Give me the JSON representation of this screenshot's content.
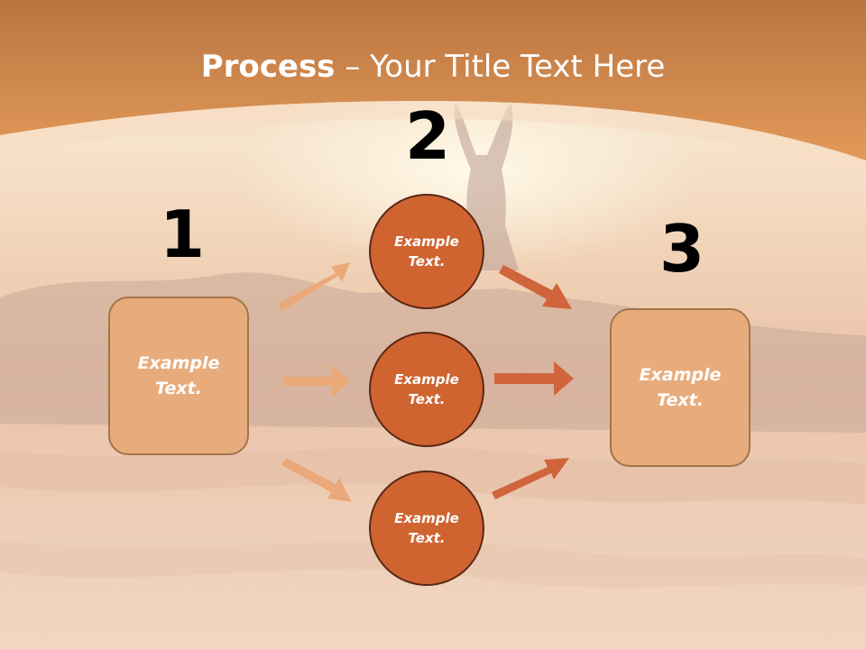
{
  "title": {
    "bold": "Process",
    "rest": " – Your Title Text Here"
  },
  "numbers": [
    "1",
    "2",
    "3"
  ],
  "left_box": {
    "label": "Example\nText."
  },
  "right_box": {
    "label": "Example\nText."
  },
  "circles": [
    {
      "label": "Example\nText."
    },
    {
      "label": "Example\nText."
    },
    {
      "label": "Example\nText."
    }
  ],
  "colors": {
    "header": "#d88a4c",
    "box": "#e8ac7c",
    "circle": "#cf6431",
    "light_arrow": "#eba878",
    "dark_arrow": "#d0643a"
  }
}
